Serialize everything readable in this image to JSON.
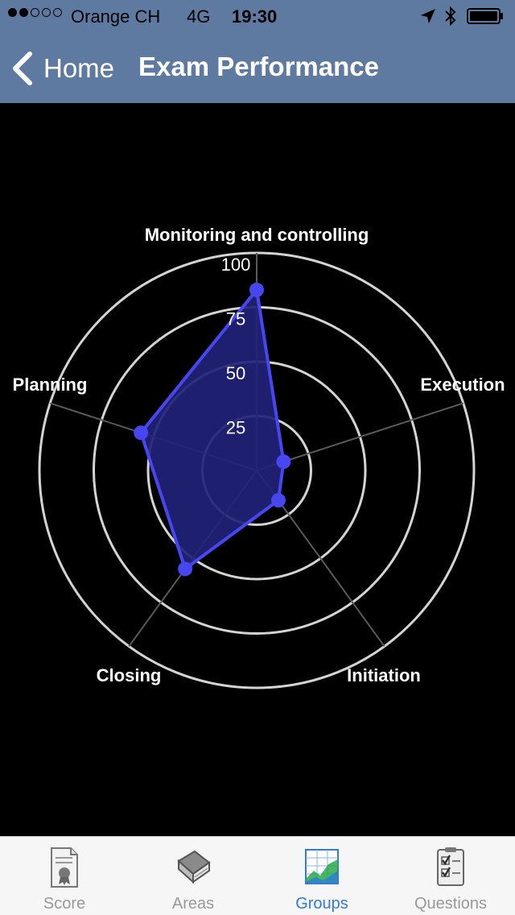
{
  "status_bar": {
    "carrier": "Orange CH",
    "network": "4G",
    "time": "19:30",
    "signal_dots_filled": 2,
    "signal_dots_total": 5
  },
  "nav": {
    "back_label": "Home",
    "title": "Exam Performance"
  },
  "chart_data": {
    "type": "radar",
    "axes": [
      "Monitoring and controlling",
      "Execution",
      "Initiation",
      "Closing",
      "Planning"
    ],
    "values": [
      83,
      13,
      17,
      56,
      56
    ],
    "rings": [
      25,
      50,
      75,
      100
    ],
    "ring_labels": [
      "25",
      "50",
      "75",
      "100"
    ],
    "rmax": 100,
    "fill_color": "#22227a",
    "line_color": "#4747f2",
    "point_color": "#4747f2",
    "ring_color": "#d4d4d4",
    "spoke_color": "#5a5a5a"
  },
  "tabs": [
    {
      "label": "Score",
      "icon": "certificate-icon",
      "active": false
    },
    {
      "label": "Areas",
      "icon": "book-icon",
      "active": false
    },
    {
      "label": "Groups",
      "icon": "chart-icon",
      "active": true
    },
    {
      "label": "Questions",
      "icon": "checklist-icon",
      "active": false
    }
  ]
}
